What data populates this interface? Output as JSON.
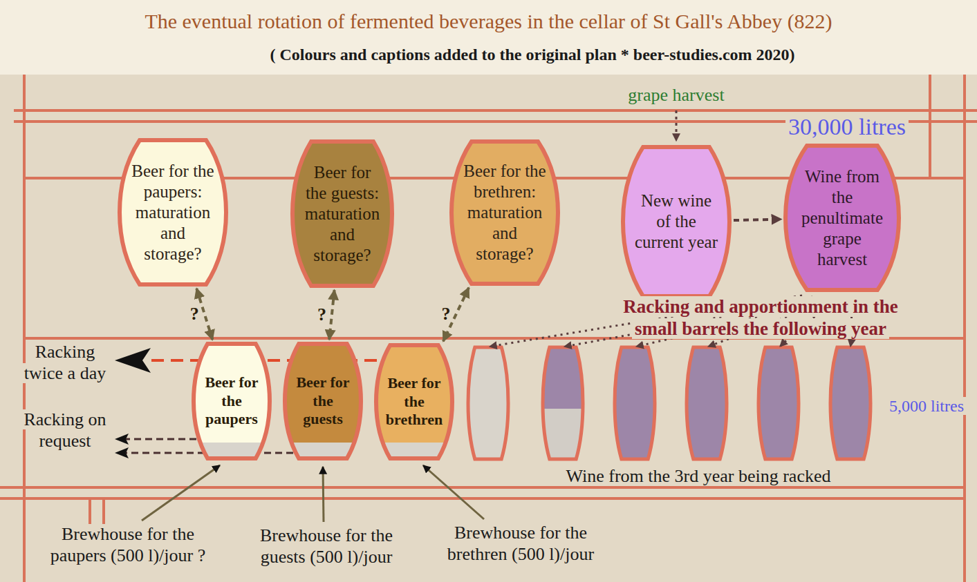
{
  "diagram": {
    "title": "The eventual rotation of fermented beverages in the cellar of St Gall's Abbey (822)",
    "caption": "( Colours and captions added to the original plan * beer-studies.com 2020)",
    "nodes": [
      {
        "text": [
          "Beer for the paupers: maturation and storage?"
        ]
      },
      {
        "text": [
          "Beer for the guests: maturation and storage?"
        ]
      },
      {
        "text": [
          "Beer for the brethren: maturation and storage?"
        ]
      },
      {
        "text": [
          "New wine of the current year"
        ]
      },
      {
        "text": [
          "Wine from the penultimate grape harvest"
        ]
      },
      {
        "text": [
          "Beer for the paupers"
        ]
      },
      {
        "text": [
          "Beer for the guests"
        ]
      },
      {
        "text": [
          "Beer for the brethren"
        ]
      }
    ],
    "edges": [
      {
        "from": 0,
        "to": 5,
        "arrow": "both",
        "label": "?"
      },
      {
        "from": 1,
        "to": 6,
        "arrow": "both",
        "label": "?"
      },
      {
        "from": 2,
        "to": 7,
        "arrow": "both",
        "label": "?"
      },
      {
        "from": 3,
        "to": 4,
        "arrow": "to"
      }
    ],
    "labels": [
      "grape harvest",
      "30,000 litres",
      "Racking twice a day",
      "Racking on request",
      "Racking and apportionment in the small barrels the following year",
      "5,000 litres",
      "Wine from the 3rd year being racked",
      "Brewhouse for the paupers (500 l)/jour ?",
      "Brewhouse for the guests (500 l)/jour",
      "Brewhouse for the brethren (500 l)/jour"
    ]
  }
}
